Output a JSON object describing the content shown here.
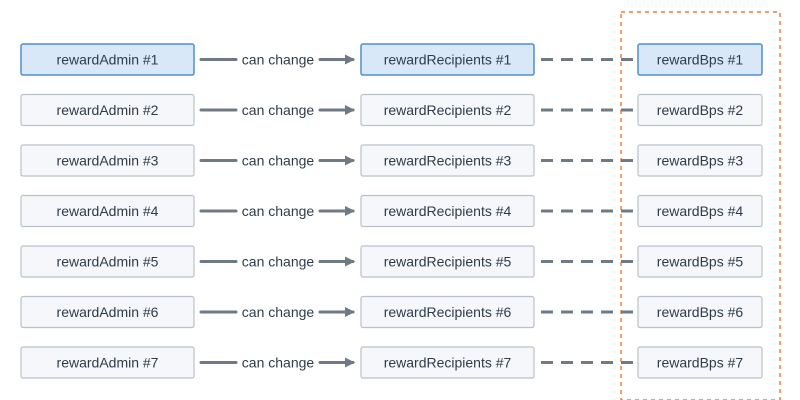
{
  "colors": {
    "box_fill": "#f5f7fa",
    "box_stroke": "#b9c2cc",
    "highlight_fill": "#d9e8f8",
    "highlight_stroke": "#4d8fce",
    "arrow": "#6f7a86",
    "group_border": "#e6843c"
  },
  "connector_label": "can change",
  "highlighted_row": 1,
  "rows": [
    {
      "admin": "rewardAdmin #1",
      "recipients": "rewardRecipients #1",
      "bps": "rewardBps #1"
    },
    {
      "admin": "rewardAdmin #2",
      "recipients": "rewardRecipients #2",
      "bps": "rewardBps #2"
    },
    {
      "admin": "rewardAdmin #3",
      "recipients": "rewardRecipients #3",
      "bps": "rewardBps #3"
    },
    {
      "admin": "rewardAdmin #4",
      "recipients": "rewardRecipients #4",
      "bps": "rewardBps #4"
    },
    {
      "admin": "rewardAdmin #5",
      "recipients": "rewardRecipients #5",
      "bps": "rewardBps #5"
    },
    {
      "admin": "rewardAdmin #6",
      "recipients": "rewardRecipients #6",
      "bps": "rewardBps #6"
    },
    {
      "admin": "rewardAdmin #7",
      "recipients": "rewardRecipients #7",
      "bps": "rewardBps #7"
    }
  ]
}
